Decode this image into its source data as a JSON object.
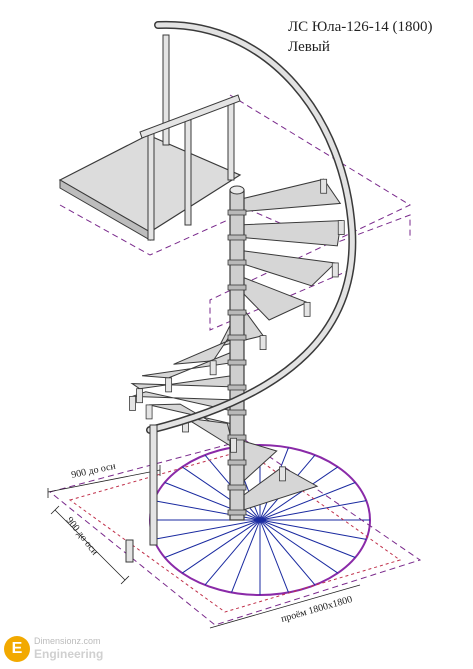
{
  "header": {
    "title": "ЛС Юла-126-14 (1800)",
    "subtitle": "Левый"
  },
  "dimensions": {
    "axis_x_label": "900 до оси",
    "axis_y_label": "900 до оси",
    "opening_label": "проём 1800x1800"
  },
  "watermark": {
    "badge": "E",
    "line1": "Dimensionz.com",
    "line2": "Engineering"
  },
  "colors": {
    "stair_fill": "#dcdcdc",
    "stair_stroke": "#3a3a3a",
    "dash_primary": "#7a2a8c",
    "dash_secondary": "#c0304a",
    "blueprint": "#1a2aa0",
    "circle": "#8a2aa8"
  }
}
